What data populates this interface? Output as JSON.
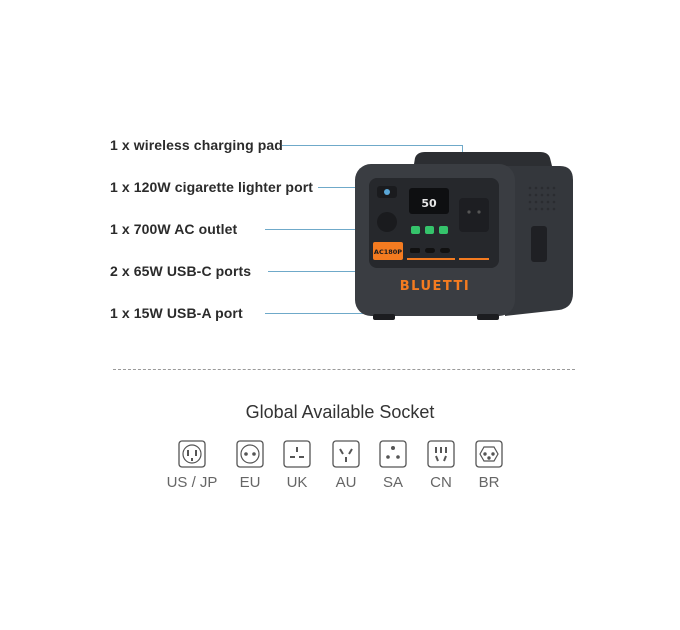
{
  "features": [
    {
      "label": "1 x wireless charging pad"
    },
    {
      "label": "1 x 120W cigarette lighter port"
    },
    {
      "label": "1 x 700W AC outlet"
    },
    {
      "label": "2 x 65W USB-C ports"
    },
    {
      "label": "1 x 15W USB-A port"
    }
  ],
  "device": {
    "brand": "BLUETTI",
    "badge": "AC180P",
    "display_value": "50"
  },
  "sockets_section": {
    "title": "Global Available Socket",
    "sockets": [
      {
        "label": "US / JP",
        "icon": "us-jp-socket-icon"
      },
      {
        "label": "EU",
        "icon": "eu-socket-icon"
      },
      {
        "label": "UK",
        "icon": "uk-socket-icon"
      },
      {
        "label": "AU",
        "icon": "au-socket-icon"
      },
      {
        "label": "SA",
        "icon": "sa-socket-icon"
      },
      {
        "label": "CN",
        "icon": "cn-socket-icon"
      },
      {
        "label": "BR",
        "icon": "br-socket-icon"
      }
    ]
  },
  "colors": {
    "accent": "#f47b20",
    "device_body": "#3a3d42",
    "leader": "#6fa9c9"
  }
}
